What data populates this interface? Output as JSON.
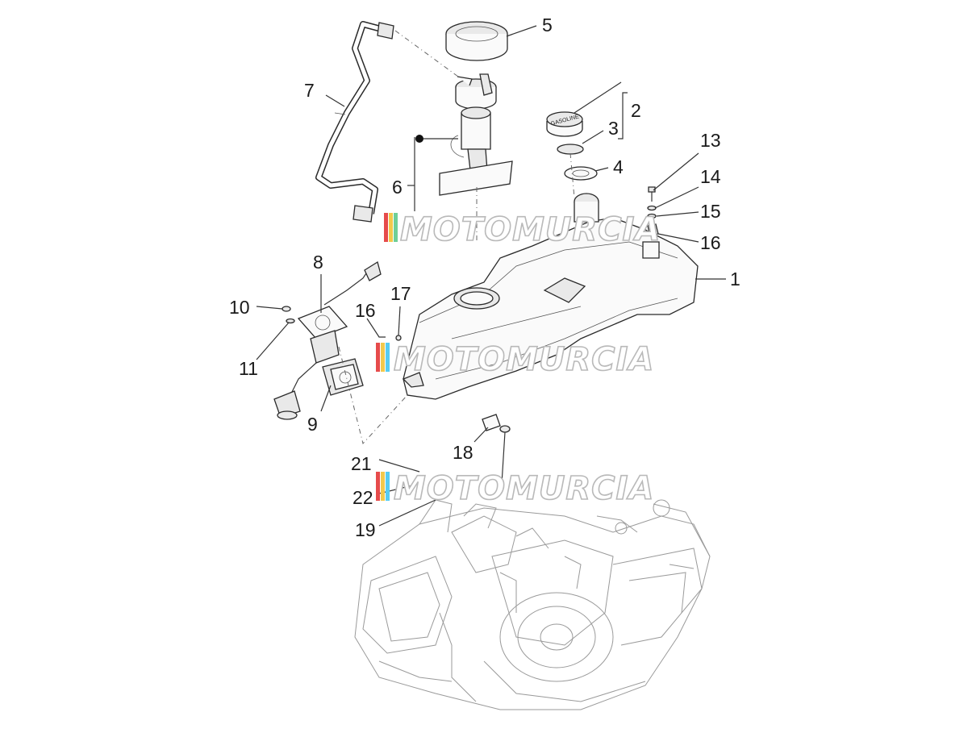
{
  "diagram": {
    "callouts": [
      {
        "id": "c1",
        "label": "1"
      },
      {
        "id": "c2",
        "label": "2"
      },
      {
        "id": "c3",
        "label": "3"
      },
      {
        "id": "c4",
        "label": "4"
      },
      {
        "id": "c5",
        "label": "5"
      },
      {
        "id": "c6",
        "label": "6"
      },
      {
        "id": "c7",
        "label": "7"
      },
      {
        "id": "c8",
        "label": "8"
      },
      {
        "id": "c9",
        "label": "9"
      },
      {
        "id": "c10",
        "label": "10"
      },
      {
        "id": "c11",
        "label": "11"
      },
      {
        "id": "c13",
        "label": "13"
      },
      {
        "id": "c14",
        "label": "14"
      },
      {
        "id": "c15",
        "label": "15"
      },
      {
        "id": "c16a",
        "label": "16"
      },
      {
        "id": "c16b",
        "label": "16"
      },
      {
        "id": "c17",
        "label": "17"
      },
      {
        "id": "c18",
        "label": "18"
      },
      {
        "id": "c19",
        "label": "19"
      },
      {
        "id": "c21",
        "label": "21"
      },
      {
        "id": "c22",
        "label": "22"
      }
    ],
    "cap_marking": "GASOLINE",
    "watermark": "MOTOMURCIA",
    "colors": {
      "line": "#333333",
      "engine": "#9a9a9a",
      "wm_red": "#e64b4b",
      "wm_yellow": "#f2c94c",
      "wm_green": "#6fcf97",
      "wm_blue": "#56ccf2"
    }
  }
}
